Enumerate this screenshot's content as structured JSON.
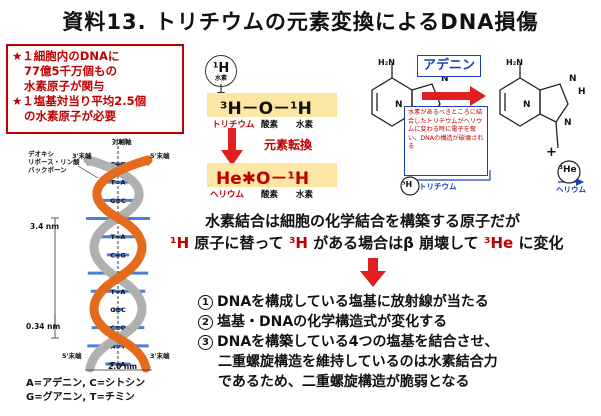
{
  "title": "資料13. トリチウムの元素変換によるDNA損傷",
  "redbox": {
    "line1": "★１細胞内のDNAに",
    "line2": "77億5千万個もの",
    "line3": "水素原子が関与",
    "line4": "★１塩基対当り平均2.5個",
    "line5": "の水素原子が必要"
  },
  "helix": {
    "axis_label": "対軸軸",
    "backbone_label": "デオキシ\nリボース・リン酸\nバックボーン",
    "end5_top": "5'末端",
    "end3_top": "3'末端",
    "end5_bottom": "5'末端",
    "end3_bottom": "3'末端",
    "dim_34": "3.4 nm",
    "dim_034": "0.34 nm",
    "dim_20": "2.0 nm",
    "pairs": [
      "C≡G",
      "T=A",
      "G≡C",
      "A=T",
      "T=A",
      "C≡G",
      "G≡C",
      "T=A",
      "G≡C",
      "C≡G",
      "A=T",
      "T=A"
    ]
  },
  "legend": {
    "line1": "A=アデニン, C=シトシン",
    "line2": "G=グアニン, T=チミン"
  },
  "tritium": {
    "h1_symbol": "¹H",
    "h1_label": "水素",
    "row1_formula": "³H－O－¹H",
    "row1_l1": "トリチウム",
    "row1_l2": "酸素",
    "row1_l3": "水素",
    "conversion": "元素転換",
    "row2_formula": "He✱O－¹H",
    "row2_l1": "ヘリウム",
    "row2_l2": "酸素",
    "row2_l3": "水素"
  },
  "adenine": {
    "label": "アデニン",
    "note": "水素があるべきところに結合したトリチウムがヘリウムに変わる時に電子を奪い、DNAの構造が破壊される",
    "nh2_left": "H₂N",
    "nh2_right": "H₂N",
    "tritium_mark": "³H",
    "tritium_label": "トリチウム",
    "plus": "+",
    "he_mark": "³He",
    "he_label": "ヘリウム",
    "atom_N": "N",
    "atom_H": "H"
  },
  "para": {
    "line1": "水素結合は細胞の化学結合を構築する原子だが",
    "line2a": "¹H",
    "line2b": " 原子に替って ",
    "line2c": "³H",
    "line2d": " がある場合はβ 崩壊して ",
    "line2e": "³He",
    "line2f": " に変化"
  },
  "list": {
    "n1": "1",
    "item1": "DNAを構成している塩基に放射線が当たる",
    "n2": "2",
    "item2": "塩基・DNAの化学構造式が変化する",
    "n3": "3",
    "item3a": "DNAを構築している4つの塩基を結合させ、",
    "item3b": "二重螺旋構造を維持しているのは水素結合力",
    "item3c": "であるため、二重螺旋構造が脆弱となる"
  },
  "colors": {
    "red": "#c00000",
    "blue": "#1c3fb8",
    "band": "#fbe6a3",
    "arrow": "#e02020"
  }
}
